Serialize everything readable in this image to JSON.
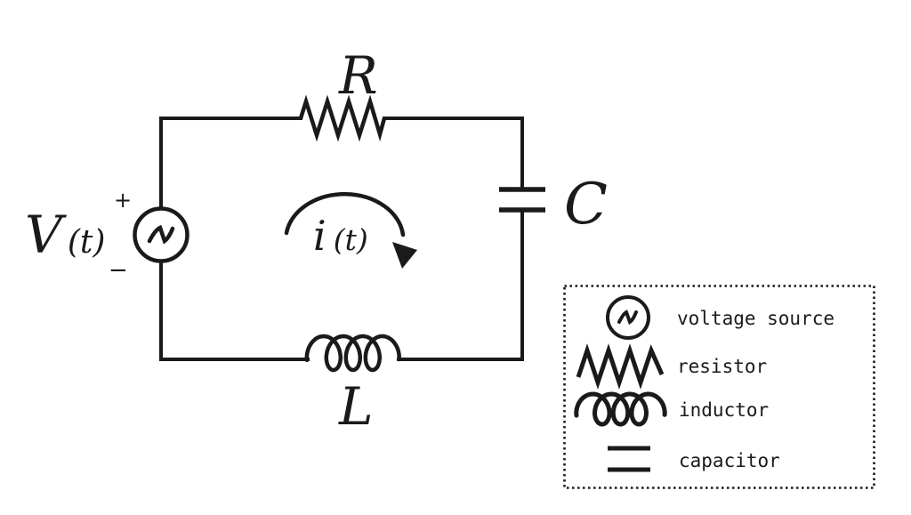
{
  "diagram": {
    "kind": "series-rlc-circuit",
    "labels": {
      "resistor": "R",
      "capacitor": "C",
      "inductor": "L",
      "voltage_source": {
        "name": "V",
        "args": "(t)",
        "plus": "+",
        "minus": "−"
      },
      "current": {
        "name": "i",
        "args": "(t)"
      }
    },
    "legend": {
      "items": [
        {
          "icon": "voltage-source-icon",
          "label": "voltage source"
        },
        {
          "icon": "resistor-icon",
          "label": "resistor"
        },
        {
          "icon": "inductor-icon",
          "label": "inductor"
        },
        {
          "icon": "capacitor-icon",
          "label": "capacitor"
        }
      ]
    },
    "colors": {
      "ink": "#1a1a1a",
      "background": "#ffffff"
    }
  }
}
